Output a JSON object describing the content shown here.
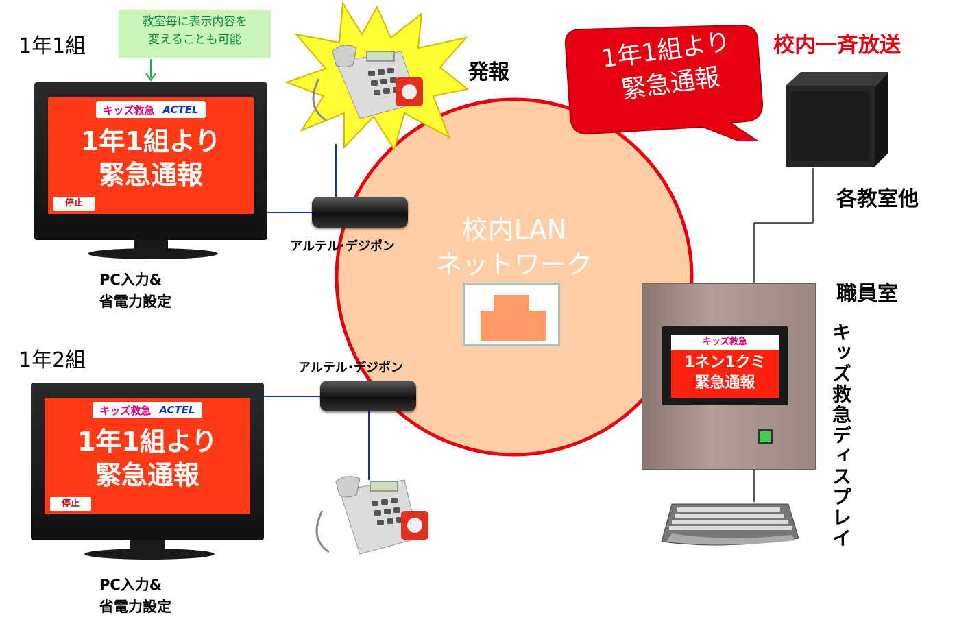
{
  "classroom1": {
    "label": "1年1組",
    "note": [
      "教室毎に表示内容を",
      "変えることも可能"
    ],
    "screen": {
      "brand": "キッズ救急",
      "logo": "ACTEL",
      "message": [
        "1年1組より",
        "緊急通報"
      ],
      "stop": "停止"
    },
    "setting": [
      "PC入力&",
      "省電力設定"
    ],
    "router_label": "アルテル･デジポン"
  },
  "classroom2": {
    "label": "1年2組",
    "screen": {
      "brand": "キッズ救急",
      "logo": "ACTEL",
      "message": [
        "1年1組より",
        "緊急通報"
      ],
      "stop": "停止"
    },
    "setting": [
      "PC入力&",
      "省電力設定"
    ],
    "router_label": "アルテル･デジポン"
  },
  "alert_label": "発報",
  "network": {
    "label": [
      "校内LAN",
      "ネットワーク"
    ]
  },
  "broadcast": {
    "title": "校内一斉放送",
    "bubble": [
      "1年1組より",
      "緊急通報"
    ],
    "speaker_label": "各教室他"
  },
  "staff_room": {
    "label": "職員室",
    "display_name": "キッズ救急ディスプレイ",
    "screen": {
      "brand": "キッズ救急",
      "message": [
        "1ネン1クミ",
        "緊急通報"
      ]
    }
  },
  "colors": {
    "alert_red": "#e60012",
    "screen_red": "#ff3b17",
    "lan_fill": "#ffcda6",
    "port": "#ff9966",
    "line_blue": "#1030c0"
  }
}
